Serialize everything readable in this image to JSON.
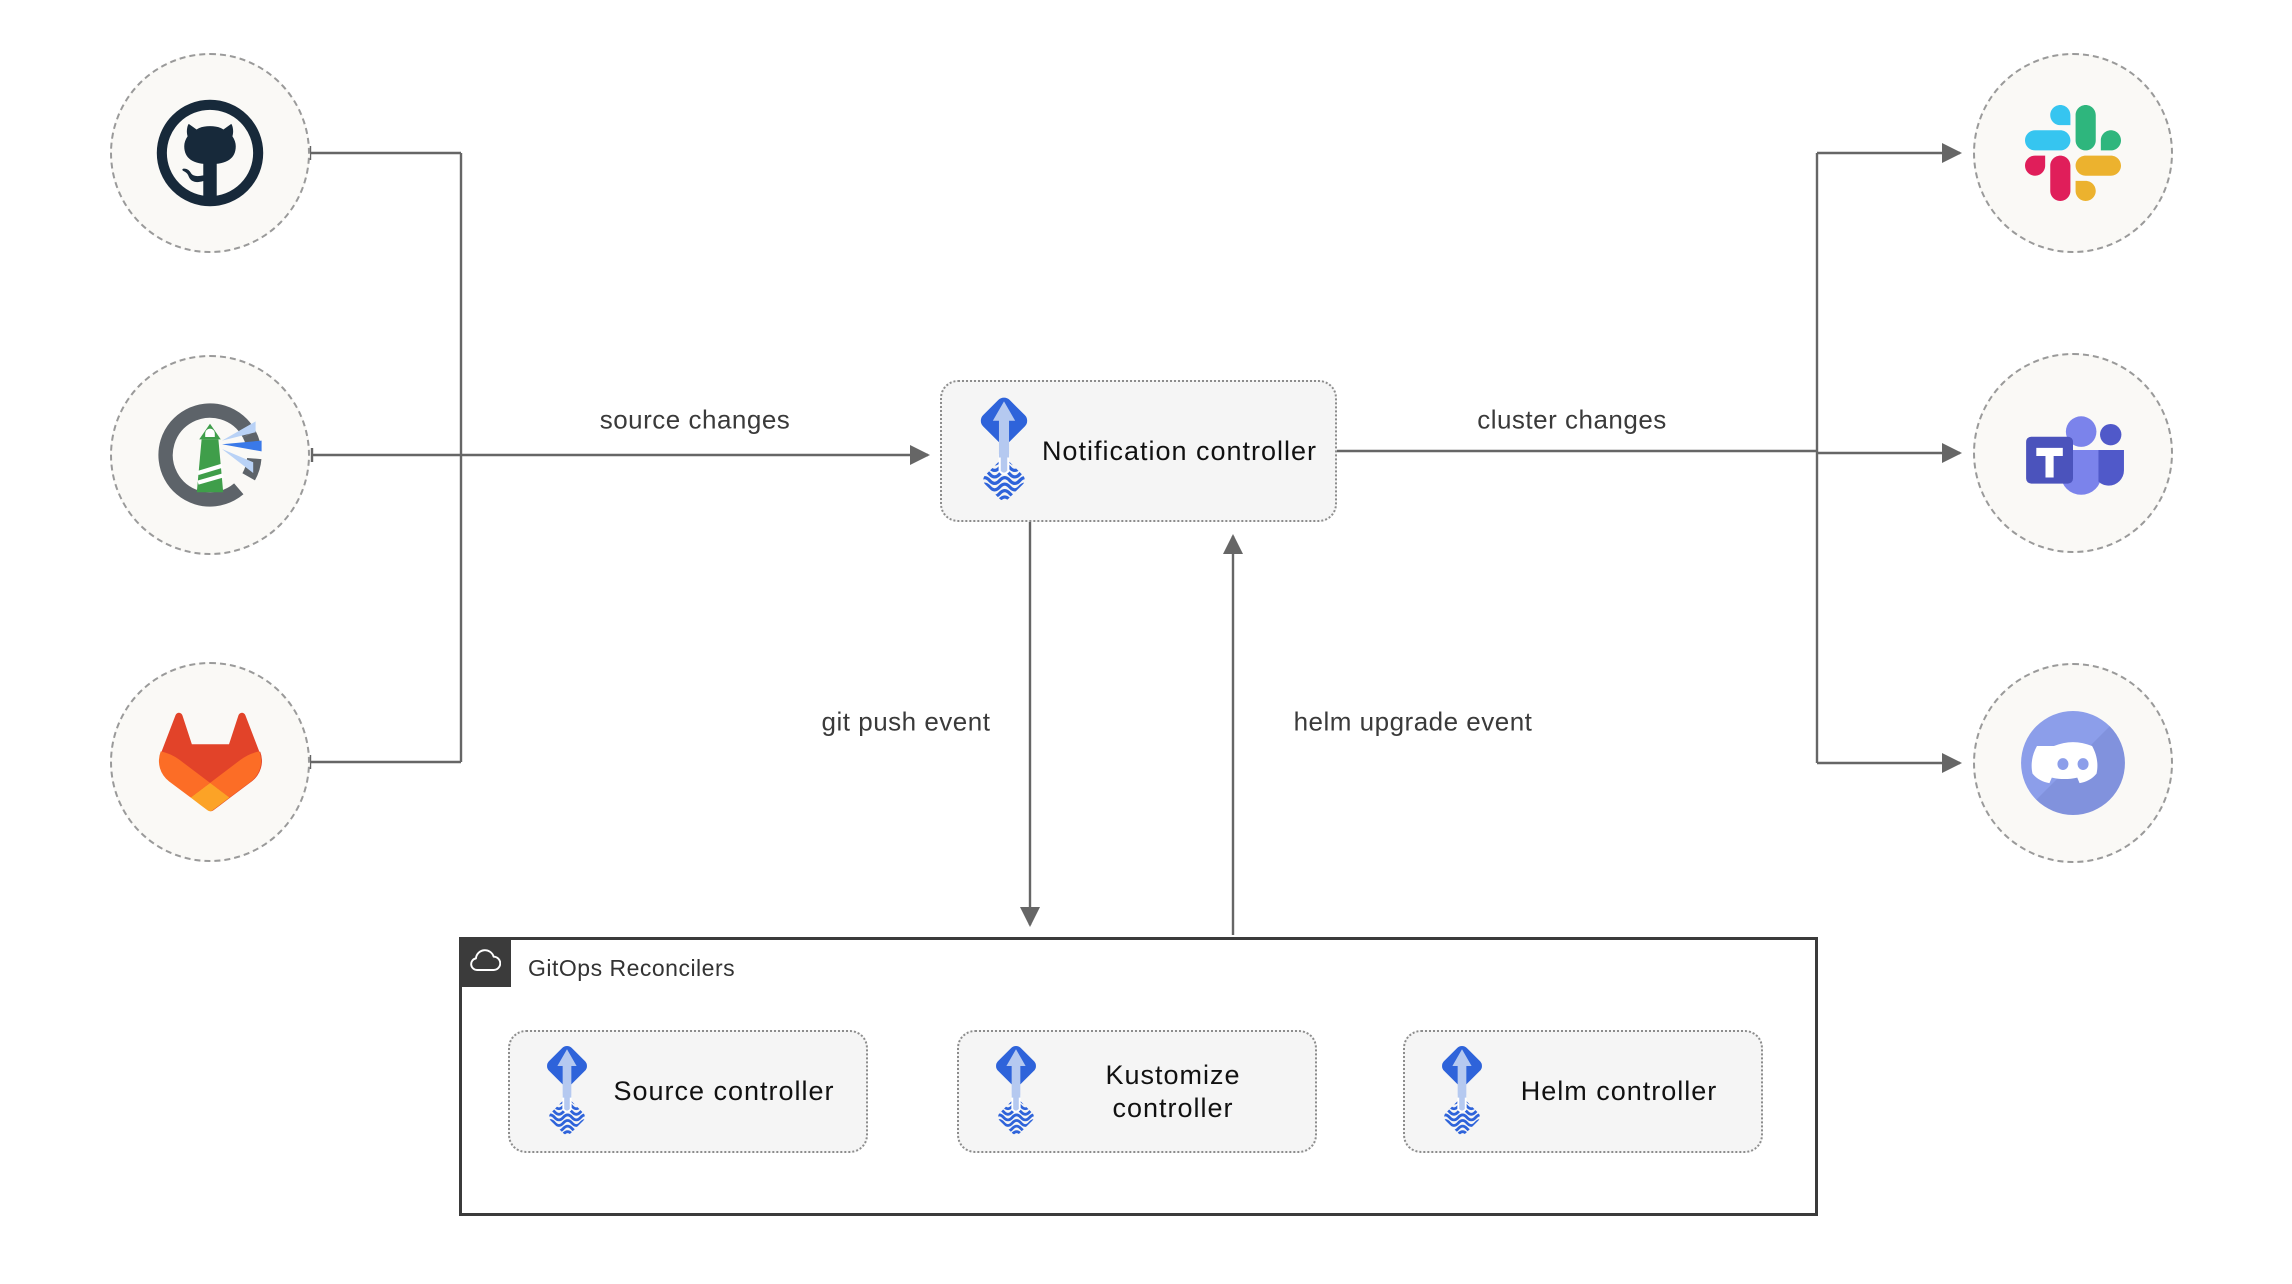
{
  "nodes": {
    "notification": {
      "label": "Notification controller"
    },
    "gitops_group": {
      "label": "GitOps Reconcilers"
    },
    "source": {
      "label": "Source controller"
    },
    "kustomize": {
      "label": "Kustomize controller"
    },
    "helm": {
      "label": "Helm controller"
    }
  },
  "edges": {
    "source_changes": {
      "label": "source changes"
    },
    "cluster_changes": {
      "label": "cluster changes"
    },
    "git_push": {
      "label": "git push event"
    },
    "helm_upgrade": {
      "label": "helm upgrade event"
    }
  },
  "source_icons": [
    "github-icon",
    "harbor-icon",
    "gitlab-icon"
  ],
  "alert_icons": [
    "slack-icon",
    "teams-icon",
    "discord-icon"
  ],
  "decor_icons": [
    "flux-icon",
    "cloud-icon"
  ],
  "colors": {
    "flux_blue": "#2e63da",
    "flux_arrow_light": "#b5c9f0",
    "edge_gray": "#666666",
    "node_fill": "#f5f5f5",
    "node_border_dotted": "#8c8c8c",
    "circle_fill": "#faf9f6",
    "circle_border_dashed": "#999999",
    "group_border": "#3b3b3b",
    "github_navy": "#17293a",
    "harbor_gray": "#5d6369",
    "harbor_green": "#3f9e4a",
    "harbor_beam_blue": "#3a79e8",
    "gitlab_red": "#e24329",
    "gitlab_orange": "#fc6d26",
    "gitlab_amber": "#fca326",
    "slack_blue": "#36c5f0",
    "slack_green": "#2eb67d",
    "slack_yellow": "#ecb22e",
    "slack_red": "#e01e5a",
    "teams_purple": "#4b53bc",
    "teams_light_purple": "#7b83eb",
    "teams_mid_purple": "#5059c9",
    "discord_blurple": "#8c9eea"
  }
}
